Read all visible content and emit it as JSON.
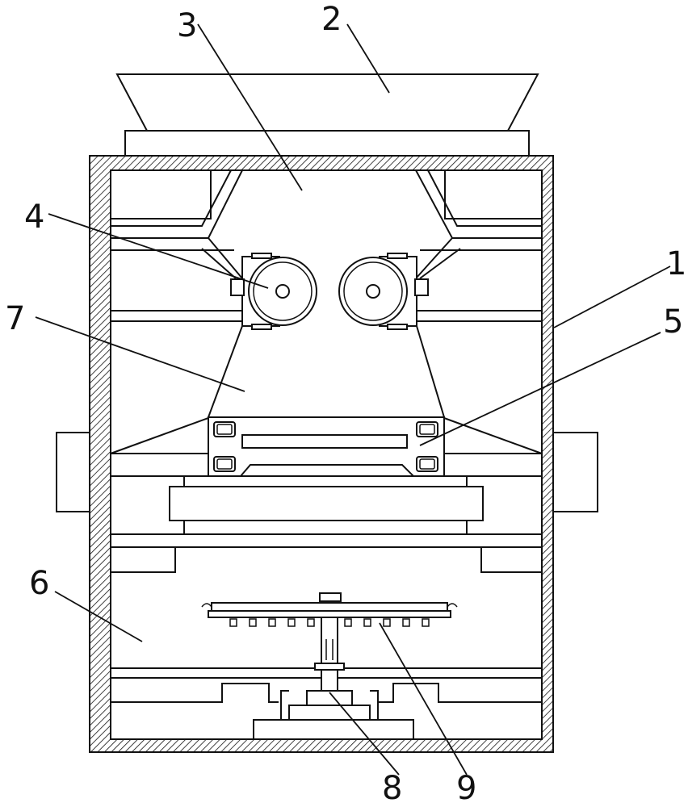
{
  "figure": {
    "callouts": [
      {
        "id": "1",
        "text": "1"
      },
      {
        "id": "2",
        "text": "2"
      },
      {
        "id": "3",
        "text": "3"
      },
      {
        "id": "4",
        "text": "4"
      },
      {
        "id": "5",
        "text": "5"
      },
      {
        "id": "6",
        "text": "6"
      },
      {
        "id": "7",
        "text": "7"
      },
      {
        "id": "8",
        "text": "8"
      },
      {
        "id": "9",
        "text": "9"
      }
    ]
  }
}
